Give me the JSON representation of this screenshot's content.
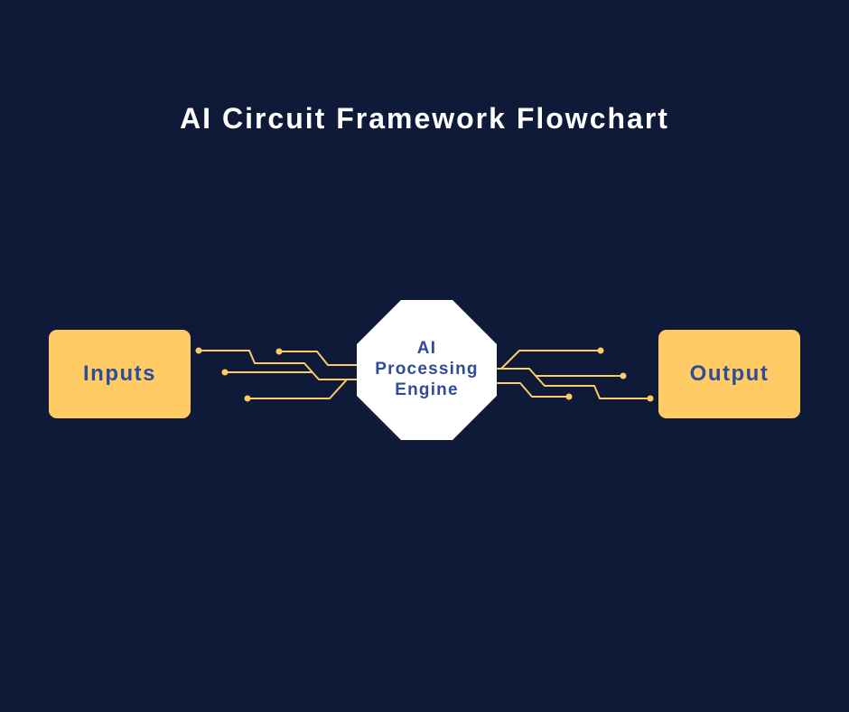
{
  "title": "AI Circuit Framework Flowchart",
  "nodes": {
    "inputs": {
      "label": "Inputs"
    },
    "engine": {
      "line1": "AI",
      "line2": "Processing",
      "line3": "Engine"
    },
    "output": {
      "label": "Output"
    }
  },
  "colors": {
    "background": "#0e1a38",
    "box_fill": "#fecb65",
    "box_text": "#2f4b9a",
    "engine_fill": "#ffffff",
    "circuit": "#fecb65",
    "title": "#ffffff"
  },
  "edges": [
    {
      "from": "inputs",
      "to": "engine",
      "style": "circuit-traces"
    },
    {
      "from": "engine",
      "to": "output",
      "style": "circuit-traces"
    }
  ]
}
